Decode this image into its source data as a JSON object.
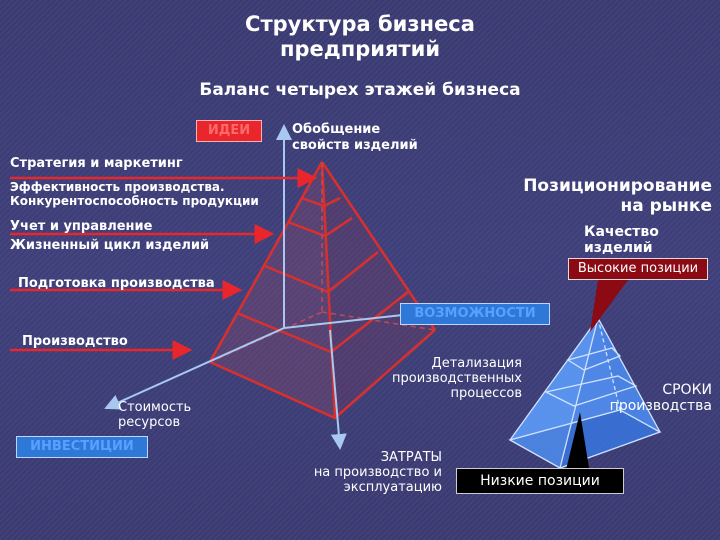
{
  "title_line1": "Структура бизнеса",
  "title_line2": "предприятий",
  "subtitle": "Баланс четырех этажей бизнеса",
  "ideas_box": "ИДЕИ",
  "generalization_line1": "Обобщение",
  "generalization_line2": "свойств изделий",
  "left_labels": {
    "strategy": "Стратегия и маркетинг",
    "efficiency": "Эффективность производства.",
    "competitiveness": "Конкурентоспособность продукции",
    "accounting": "Учет и управление",
    "lifecycle": "Жизненный цикл  изделий",
    "preparation": "Подготовка производства",
    "production": "Производство"
  },
  "positioning_line1": "Позиционирование",
  "positioning_line2": "на рынке",
  "quality_line1": "Качество",
  "quality_line2": "изделий",
  "high_positions": "Высокие позиции",
  "opportunities_box": "ВОЗМОЖНОСТИ",
  "detail_line1": "Детализация",
  "detail_line2": "производственных",
  "detail_line3": "процессов",
  "cost_line1": "Стоимость",
  "cost_line2": "ресурсов",
  "investments_box": "ИНВЕСТИЦИИ",
  "expenses_line1": "ЗАТРАТЫ",
  "expenses_line2": "на производство и",
  "expenses_line3": "эксплуатацию",
  "terms_line1": "СРОКИ",
  "terms_line2": "производства",
  "low_positions": "Низкие позиции",
  "colors": {
    "background": "#3c3c78",
    "red": "#e8262b",
    "blue_pyramid": "#3a7ee0",
    "axis": "#a8c8f0"
  }
}
